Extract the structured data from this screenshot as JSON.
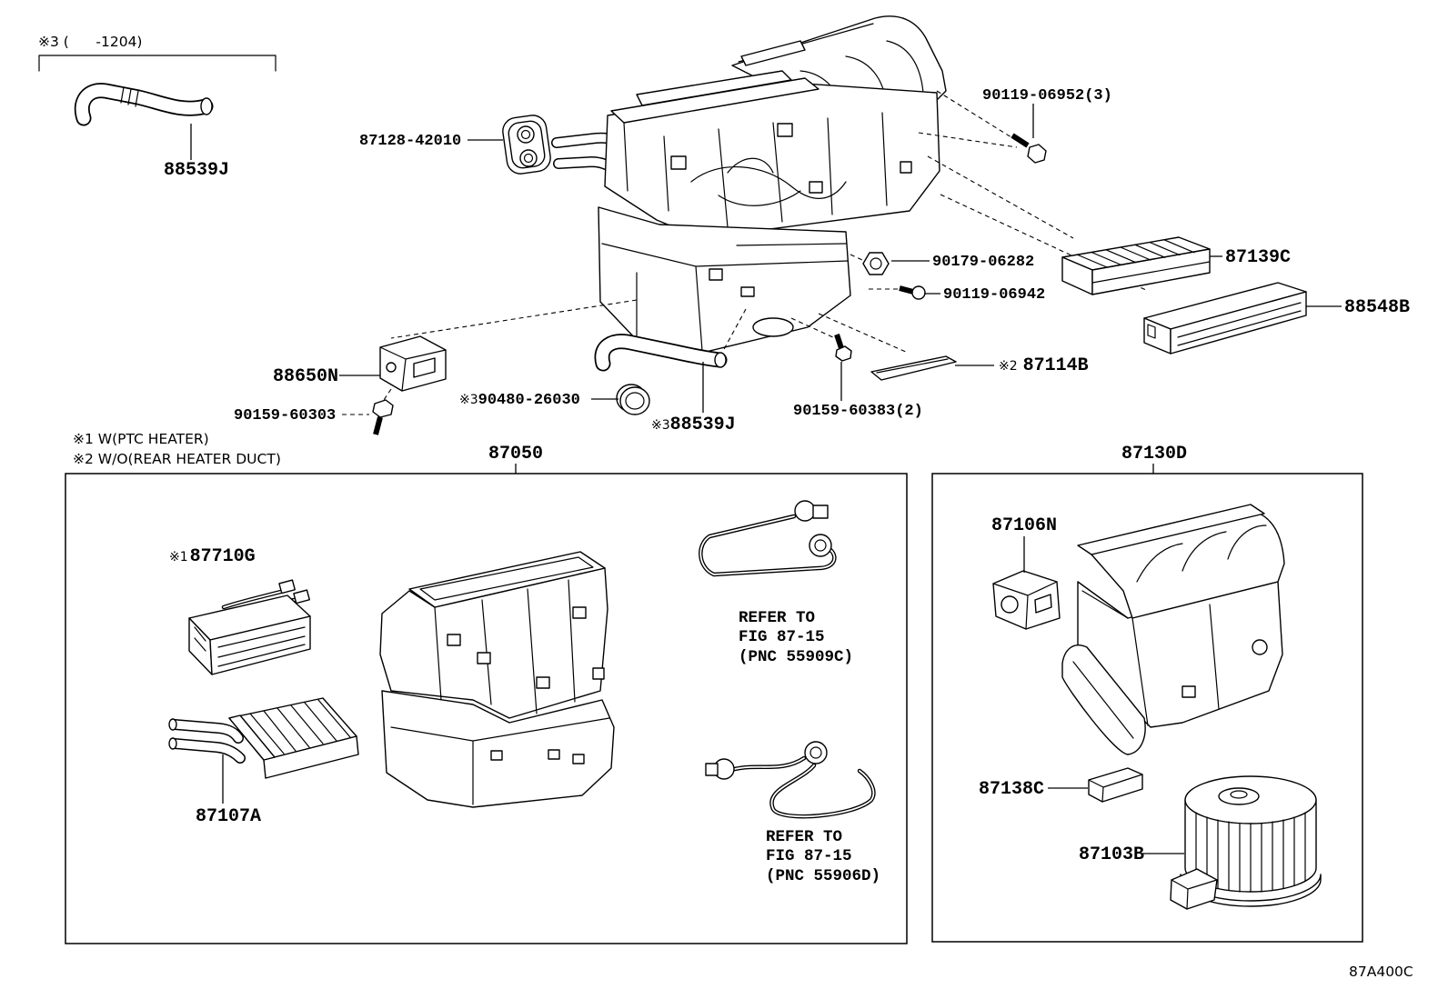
{
  "scope_note": "※3 (      -1204)",
  "notes": [
    "※1 W(PTC HEATER)",
    "※2 W/O(REAR HEATER DUCT)"
  ],
  "assemblies": {
    "heater_unit": "87050",
    "blower_unit": "87130D"
  },
  "part_labels": {
    "hose_top": "88539J",
    "grommet": "87128-42010",
    "bolt_top": "90119-06952(3)",
    "filter": "87139C",
    "nut": "90179-06282",
    "screw_right": "90119-06942",
    "filter_cover": "88548B",
    "actuator_left": "88650N",
    "screw_left": "90159-60303",
    "grommet_small": {
      "marker": "※3",
      "number": "90480-26030"
    },
    "hose_lower": {
      "marker": "※3",
      "number": "88539J"
    },
    "screw_bottom": "90159-60383(2)",
    "duct_seal": {
      "marker": "※2",
      "number": "87114B"
    },
    "ptc_heater": {
      "marker": "※1",
      "number": "87710G"
    },
    "heater_core": "87107A",
    "servo": "87106N",
    "resistor": "87138C",
    "blower_motor": "87103B"
  },
  "references": [
    {
      "line1": "REFER TO",
      "line2": "FIG 87-15",
      "line3": "(PNC 55909C)"
    },
    {
      "line1": "REFER TO",
      "line2": "FIG 87-15",
      "line3": "(PNC 55906D)"
    }
  ],
  "drawing_code": "87A400C"
}
